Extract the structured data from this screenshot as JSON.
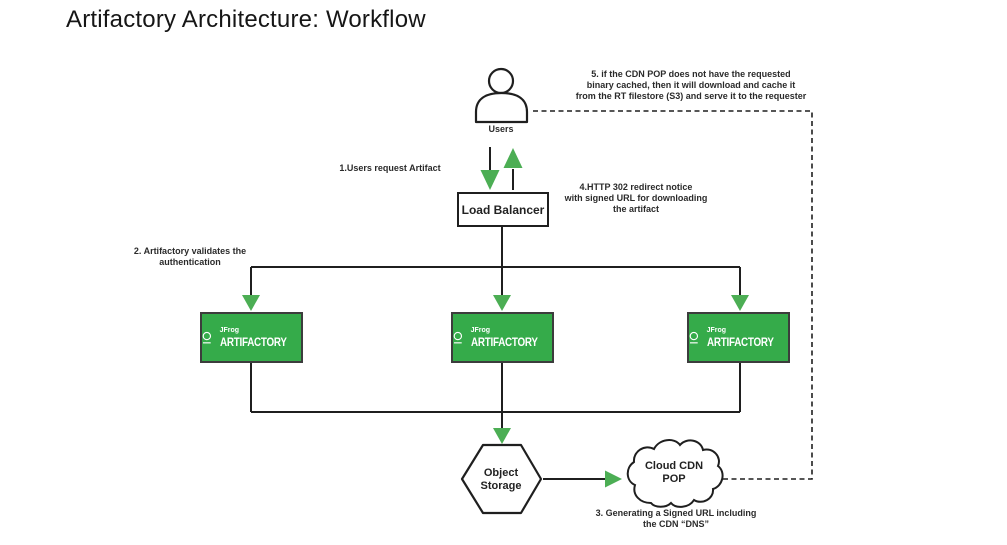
{
  "title": "Artifactory Architecture: Workflow",
  "colors": {
    "box_green": "#35ab4a",
    "arrow_green": "#4cae54",
    "line": "#1f1f1f"
  },
  "nodes": {
    "users": {
      "label": "Users"
    },
    "load_balancer": {
      "label": "Load Balancer"
    },
    "artifactory": {
      "brand": "JFrog",
      "product": "ARTIFACTORY"
    },
    "object_storage": {
      "lines": [
        "Object",
        "Storage"
      ]
    },
    "cloud_cdn": {
      "lines": [
        "Cloud CDN",
        "POP"
      ]
    }
  },
  "annotations": {
    "step1": {
      "lines": [
        "1.Users request Artifact"
      ]
    },
    "step2": {
      "lines": [
        "2. Artifactory validates the",
        "authentication"
      ]
    },
    "step3": {
      "lines": [
        "3. Generating a Signed URL including",
        "the CDN “DNS”"
      ]
    },
    "step4": {
      "lines": [
        "4.HTTP 302 redirect notice",
        "with signed URL for downloading",
        "the artifact"
      ]
    },
    "step5": {
      "lines": [
        "5. if the CDN POP does not have the requested",
        "binary cached, then it will download and cache it",
        "from the RT filestore (S3) and serve it to the requester"
      ]
    }
  }
}
